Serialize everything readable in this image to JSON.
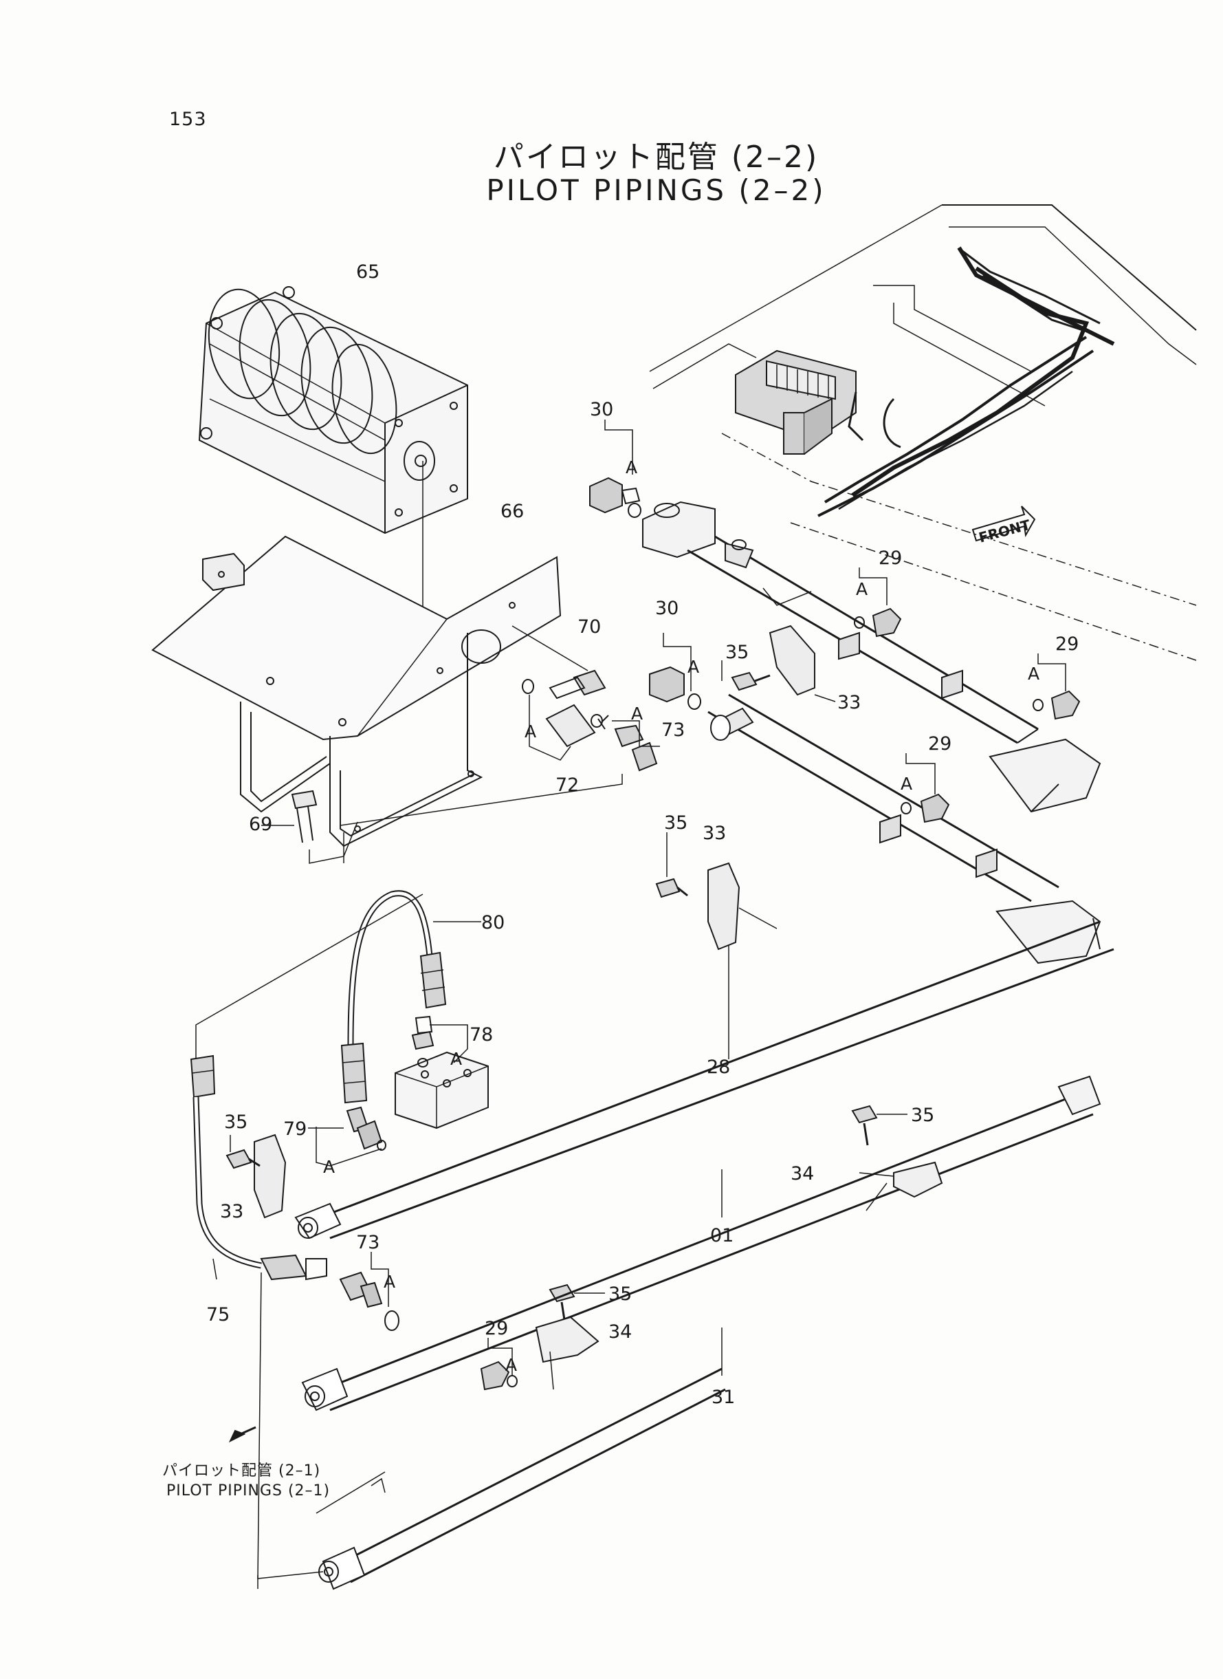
{
  "page": {
    "number": "153",
    "title_jp": "パイロット配管 (2–2)",
    "title_en": "PILOT  PIPINGS  (2–2)"
  },
  "inset": {
    "front_label": "FRONT"
  },
  "callouts": [
    "65",
    "66",
    "30",
    "30",
    "29",
    "29",
    "29",
    "29",
    "70",
    "35",
    "33",
    "73",
    "72",
    "69",
    "35",
    "33",
    "80",
    "28",
    "78",
    "35",
    "79",
    "35",
    "34",
    "33",
    "01",
    "73",
    "35",
    "34",
    "75",
    "31"
  ],
  "marks": [
    "A",
    "A",
    "A",
    "A",
    "A",
    "A",
    "A",
    "A",
    "A",
    "A",
    "A"
  ],
  "reference": {
    "jp": "パイロット配管 (2–1)",
    "en": "PILOT  PIPINGS (2–1)"
  }
}
